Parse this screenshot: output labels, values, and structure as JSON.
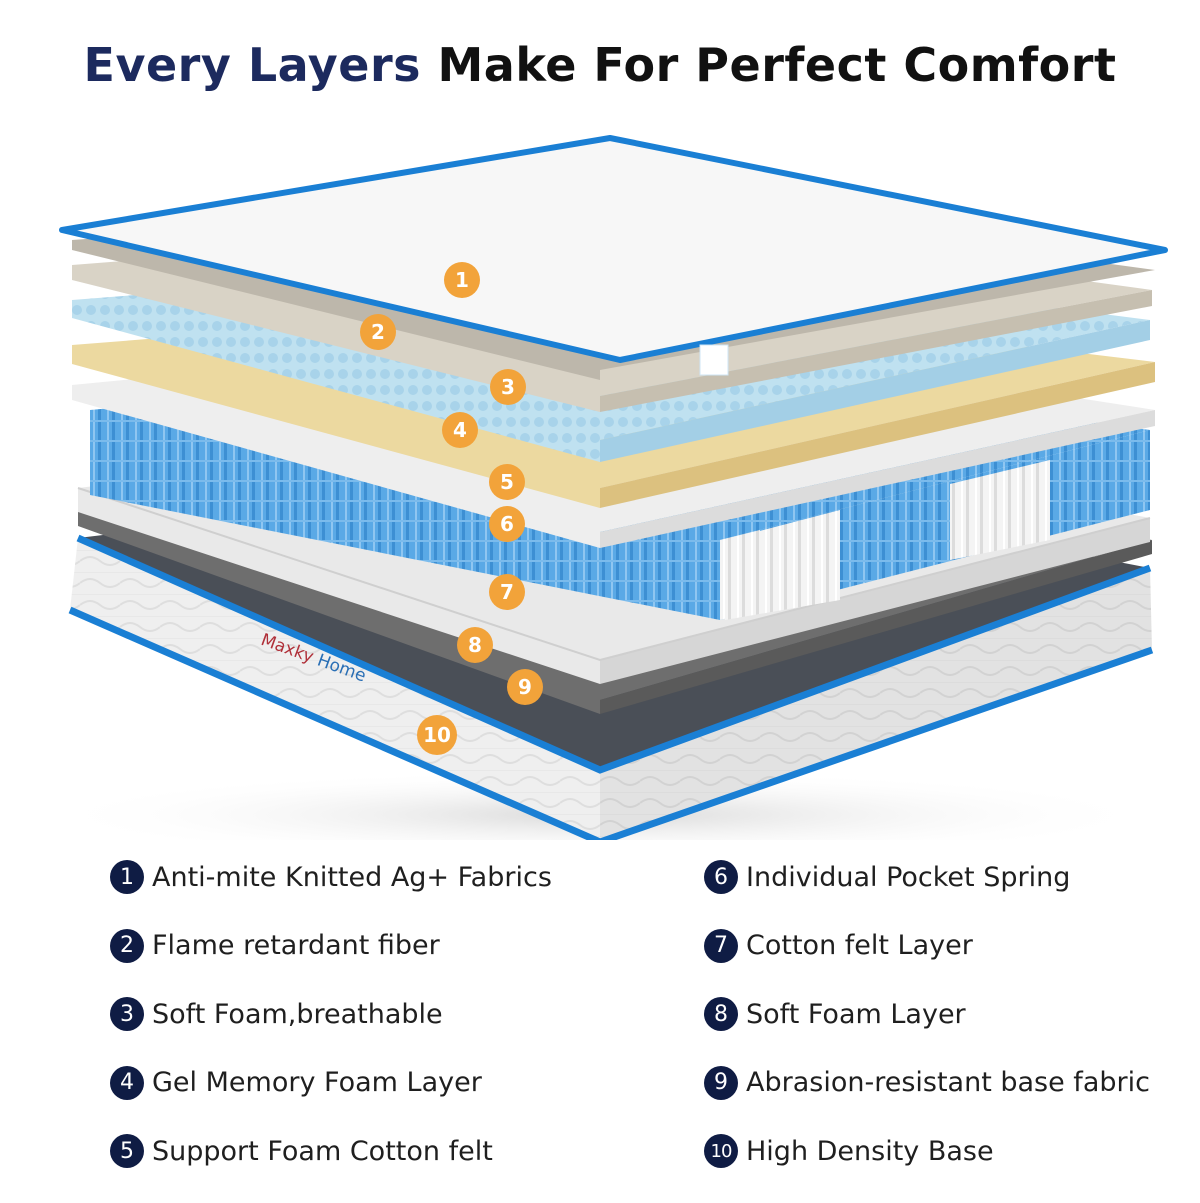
{
  "title": {
    "part1": "Every Layers",
    "part2": "Make For Perfect Comfort"
  },
  "illustration": {
    "brand_part1": "Maxky",
    "brand_part2": "Home",
    "badges": [
      "1",
      "2",
      "3",
      "4",
      "5",
      "6",
      "7",
      "8",
      "9",
      "10"
    ],
    "colors": {
      "badge": "#f2a33a",
      "trim": "#1a7fd4",
      "spring_blue": "#5aa9e6",
      "latex": "#ecd9a0",
      "gel_foam": "#bfe1f0"
    }
  },
  "legend": {
    "left": [
      {
        "num": "1",
        "label": "Anti-mite Knitted Ag+ Fabrics"
      },
      {
        "num": "2",
        "label": "Flame retardant fiber"
      },
      {
        "num": "3",
        "label": "Soft Foam,breathable"
      },
      {
        "num": "4",
        "label": "Gel Memory Foam Layer"
      },
      {
        "num": "5",
        "label": "Support Foam Cotton felt"
      }
    ],
    "right": [
      {
        "num": "6",
        "label": "Individual Pocket Spring"
      },
      {
        "num": "7",
        "label": "Cotton felt Layer"
      },
      {
        "num": "8",
        "label": "Soft Foam Layer"
      },
      {
        "num": "9",
        "label": "Abrasion-resistant base fabric"
      },
      {
        "num": "10",
        "label": "High Density Base"
      }
    ],
    "colors": {
      "circle": "#0f1c44",
      "text": "#1f1f1f"
    }
  }
}
